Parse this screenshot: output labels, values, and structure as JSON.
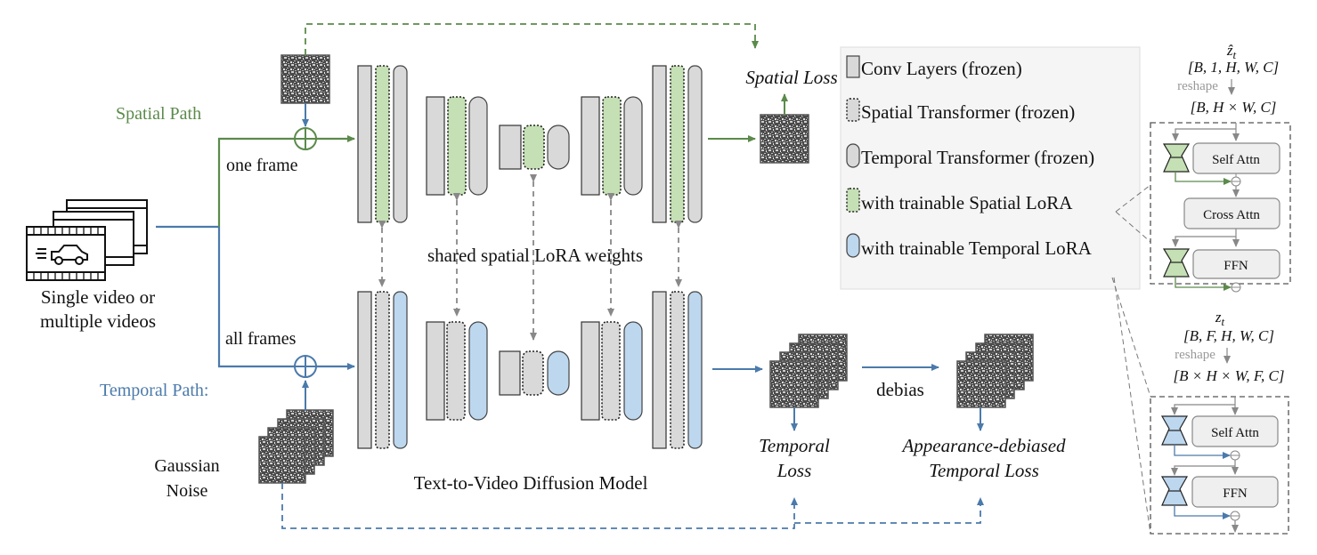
{
  "colors": {
    "spatial": "#5b8a4a",
    "temporal": "#4b7aab",
    "frozen_fill": "#d9d9d9",
    "spatial_lora_fill": "#c5e0b4",
    "temporal_lora_fill": "#bdd7ee",
    "legend_bg": "#f5f5f5",
    "gray_arrow": "#888888",
    "block_fill": "#efefef"
  },
  "input": {
    "label_line1": "Single video or",
    "label_line2": "multiple videos",
    "icon": "video-film-stack-icon"
  },
  "paths": {
    "spatial_label": "Spatial Path",
    "spatial_branch": "one frame",
    "temporal_label": "Temporal Path:",
    "temporal_branch": "all frames",
    "noise_line1": "Gaussian",
    "noise_line2": "Noise"
  },
  "model": {
    "title": "Text-to-Video Diffusion Model",
    "shared_label": "shared spatial LoRA weights"
  },
  "outputs": {
    "spatial_loss": "Spatial Loss",
    "temporal_loss_line1": "Temporal",
    "temporal_loss_line2": "Loss",
    "debias": "debias",
    "debiased_line1": "Appearance-debiased",
    "debiased_line2": "Temporal Loss"
  },
  "legend": {
    "items": [
      {
        "shape": "rect",
        "label": "Conv Layers (frozen)"
      },
      {
        "shape": "dotted-rect",
        "label": "Spatial Transformer (frozen)"
      },
      {
        "shape": "pill",
        "label": "Temporal Transformer (frozen)"
      },
      {
        "shape": "dotted-rect-green",
        "label": "with trainable Spatial LoRA"
      },
      {
        "shape": "pill-blue",
        "label": "with trainable Temporal LoRA"
      }
    ]
  },
  "detail_spatial": {
    "var": "ẑ",
    "var_sub": "t",
    "shape_in": "[B, 1, H, W, C]",
    "reshape": "reshape",
    "shape_out": "[B, H × W, C]",
    "blocks": [
      "Self Attn",
      "Cross Attn",
      "FFN"
    ]
  },
  "detail_temporal": {
    "var": "z",
    "var_sub": "t",
    "shape_in": "[B, F, H, W, C]",
    "reshape": "reshape",
    "shape_out": "[B × H × W, F, C]",
    "blocks": [
      "Self Attn",
      "FFN"
    ]
  }
}
